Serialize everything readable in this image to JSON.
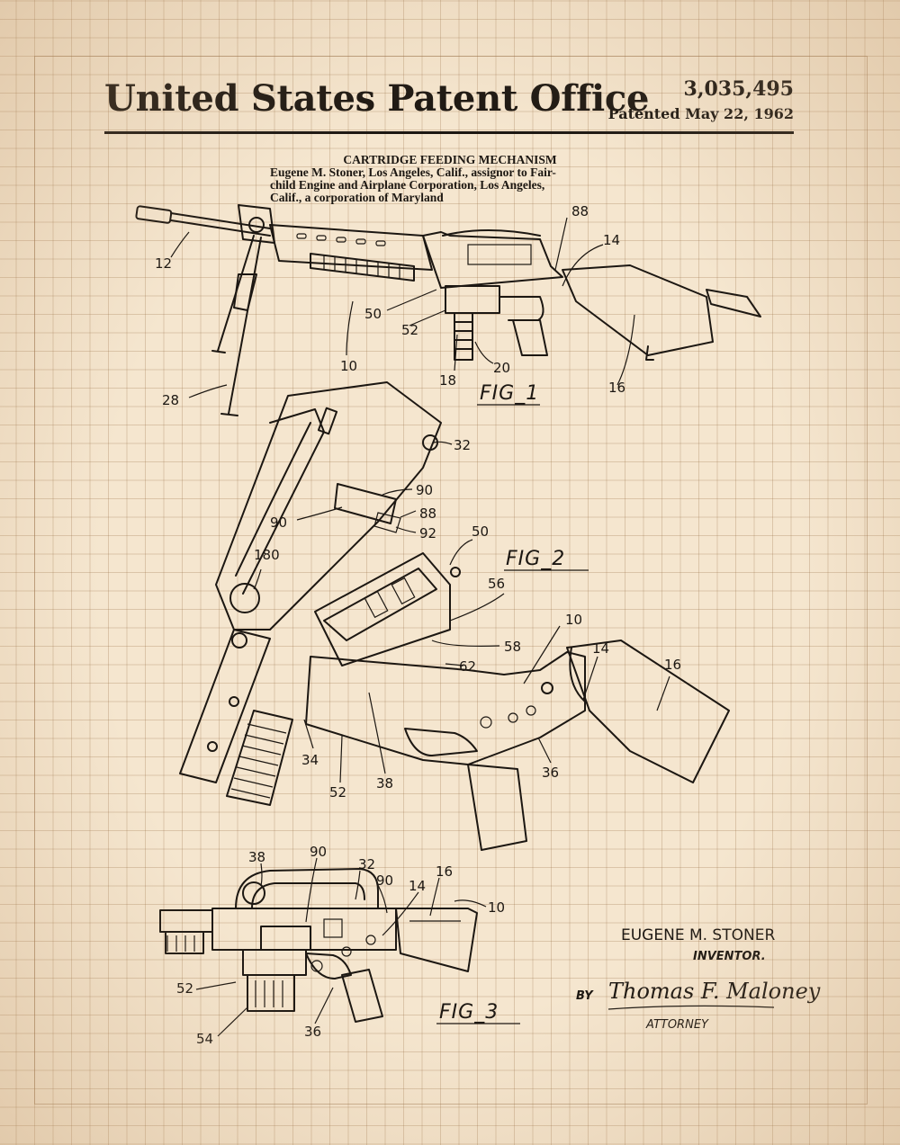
{
  "header": {
    "office": "United States Patent Office",
    "patent_number": "3,035,495",
    "patent_date": "Patented May 22, 1962"
  },
  "abstract": {
    "title": "CARTRIDGE FEEDING MECHANISM",
    "lines": [
      "Eugene M. Stoner, Los Angeles, Calif., assignor to Fair-",
      "child Engine and Airplane Corporation, Los Angeles,",
      "Calif., a corporation of Maryland"
    ]
  },
  "figures": {
    "fig1": {
      "caption": "FIG_1",
      "labels": [
        "12",
        "88",
        "14",
        "50",
        "52",
        "10",
        "28",
        "18",
        "20",
        "16"
      ]
    },
    "fig2": {
      "caption": "FIG_2",
      "labels": [
        "32",
        "90",
        "90",
        "88",
        "92",
        "50",
        "180",
        "56",
        "10",
        "58",
        "14",
        "16",
        "62",
        "34",
        "52",
        "38",
        "36"
      ]
    },
    "fig3": {
      "caption": "FIG_3",
      "labels": [
        "38",
        "90",
        "32",
        "90",
        "14",
        "16",
        "10",
        "52",
        "54",
        "36"
      ]
    }
  },
  "signatures": {
    "inventor_name": "EUGENE M. STONER",
    "inventor_role": "INVENTOR.",
    "by": "BY",
    "attorney_signature": "Thomas F. Maloney",
    "attorney_role": "ATTORNEY"
  }
}
